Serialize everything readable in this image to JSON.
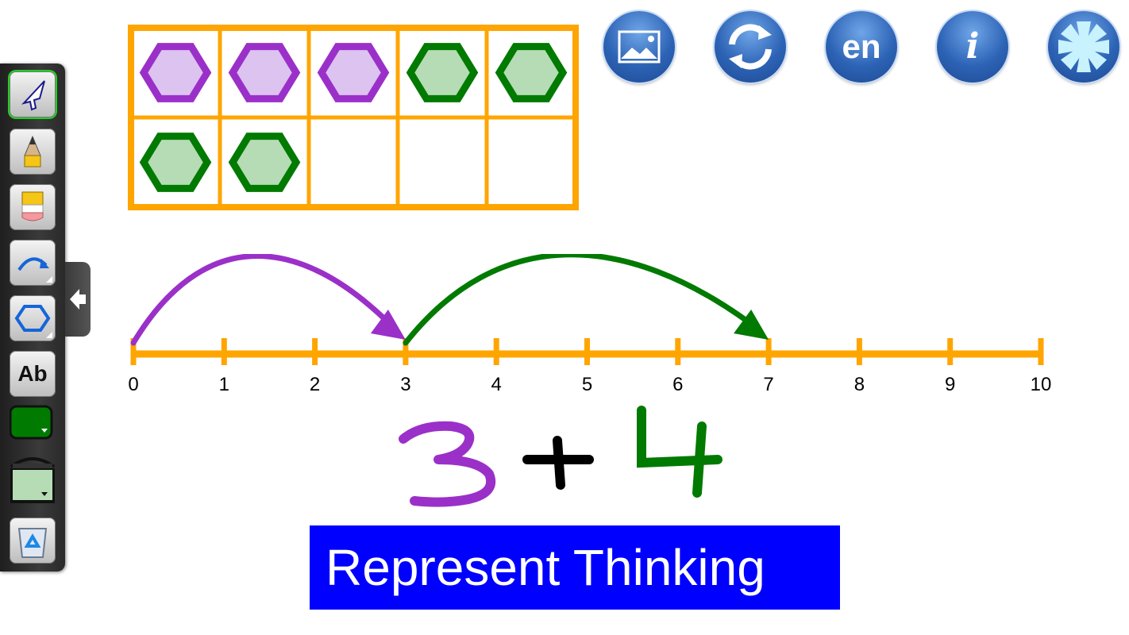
{
  "toolbar": {
    "tools": [
      {
        "name": "select-tool",
        "icon": "arrow-pointer-icon"
      },
      {
        "name": "pencil-tool",
        "icon": "pencil-icon"
      },
      {
        "name": "highlighter-tool",
        "icon": "highlighter-icon"
      },
      {
        "name": "arrow-tool",
        "icon": "curved-arrow-icon"
      },
      {
        "name": "shape-tool",
        "icon": "hexagon-icon"
      },
      {
        "name": "text-tool",
        "label": "Ab"
      },
      {
        "name": "stroke-color",
        "color": "#007a00"
      },
      {
        "name": "fill-color",
        "color": "#b5dcb5"
      },
      {
        "name": "trash-tool",
        "icon": "recycle-bin-icon"
      }
    ],
    "selected_tool": "select-tool"
  },
  "top_buttons": [
    {
      "name": "background-button",
      "icon": "image-icon"
    },
    {
      "name": "reset-button",
      "icon": "refresh-icon"
    },
    {
      "name": "language-button",
      "label": "en"
    },
    {
      "name": "info-button",
      "label": "i"
    },
    {
      "name": "settings-button",
      "icon": "gear-icon"
    }
  ],
  "colors": {
    "frame": "#ffa500",
    "purple_stroke": "#9b30c9",
    "purple_fill": "#dcc3f0",
    "green_stroke": "#007a00",
    "green_fill": "#b5dcb5",
    "banner": "#0000ff",
    "button_blue": "#2d63b5"
  },
  "ten_frame": {
    "cells": [
      "purple",
      "purple",
      "purple",
      "green",
      "green",
      "green",
      "green",
      "empty",
      "empty",
      "empty"
    ]
  },
  "number_line": {
    "min": 0,
    "max": 10,
    "labels": [
      "0",
      "1",
      "2",
      "3",
      "4",
      "5",
      "6",
      "7",
      "8",
      "9",
      "10"
    ],
    "jumps": [
      {
        "from": 0,
        "to": 3,
        "color": "purple"
      },
      {
        "from": 3,
        "to": 7,
        "color": "green"
      }
    ]
  },
  "expression": {
    "left": "3",
    "operator": "+",
    "right": "4"
  },
  "banner": {
    "text": "Represent Thinking"
  }
}
